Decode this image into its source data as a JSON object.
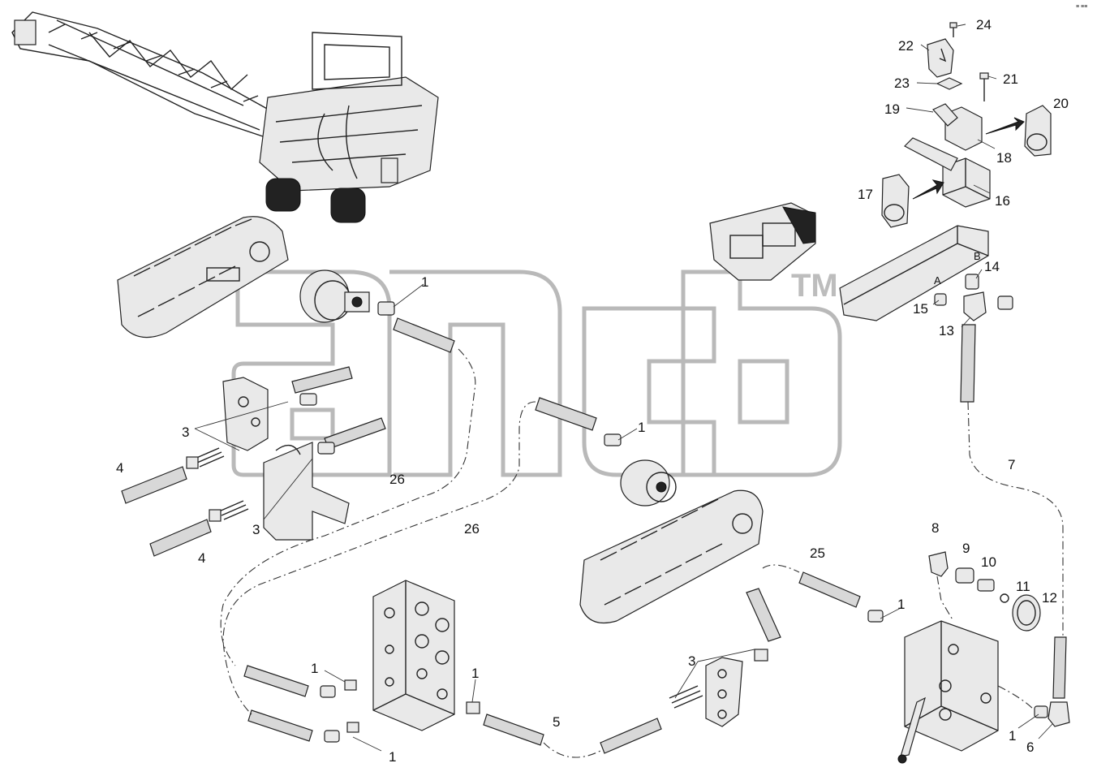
{
  "corner_mark": "≡ ≡≡",
  "watermark": {
    "text": "агб",
    "trademark": "TM"
  },
  "port_labels": {
    "a": "A",
    "b": "B"
  },
  "callouts": [
    {
      "id": "c24",
      "text": "24"
    },
    {
      "id": "c22",
      "text": "22"
    },
    {
      "id": "c23",
      "text": "23"
    },
    {
      "id": "c21",
      "text": "21"
    },
    {
      "id": "c19",
      "text": "19"
    },
    {
      "id": "c20",
      "text": "20"
    },
    {
      "id": "c18",
      "text": "18"
    },
    {
      "id": "c17",
      "text": "17"
    },
    {
      "id": "c16",
      "text": "16"
    },
    {
      "id": "c14",
      "text": "14"
    },
    {
      "id": "c15",
      "text": "15"
    },
    {
      "id": "c13",
      "text": "13"
    },
    {
      "id": "c7",
      "text": "7"
    },
    {
      "id": "c1a",
      "text": "1"
    },
    {
      "id": "c1b",
      "text": "1"
    },
    {
      "id": "c3a",
      "text": "3"
    },
    {
      "id": "c4a",
      "text": "4"
    },
    {
      "id": "c26a",
      "text": "26"
    },
    {
      "id": "c26b",
      "text": "26"
    },
    {
      "id": "c3b",
      "text": "3"
    },
    {
      "id": "c4b",
      "text": "4"
    },
    {
      "id": "c25",
      "text": "25"
    },
    {
      "id": "c8",
      "text": "8"
    },
    {
      "id": "c9",
      "text": "9"
    },
    {
      "id": "c10",
      "text": "10"
    },
    {
      "id": "c11",
      "text": "11"
    },
    {
      "id": "c12",
      "text": "12"
    },
    {
      "id": "c1c",
      "text": "1"
    },
    {
      "id": "c1d",
      "text": "1"
    },
    {
      "id": "c1e",
      "text": "1"
    },
    {
      "id": "c3c",
      "text": "3"
    },
    {
      "id": "c1f",
      "text": "1"
    },
    {
      "id": "c5",
      "text": "5"
    },
    {
      "id": "c1g",
      "text": "1"
    },
    {
      "id": "c6",
      "text": "6"
    }
  ]
}
